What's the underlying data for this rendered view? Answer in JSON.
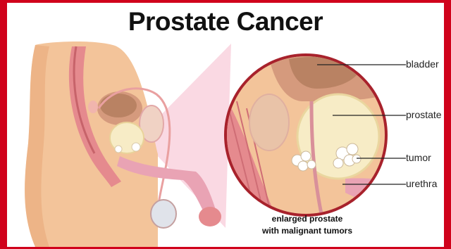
{
  "title": "Prostate Cancer",
  "labels": {
    "bladder": "bladder",
    "prostate": "prostate",
    "tumor": "tumor",
    "urethra": "urethra"
  },
  "caption": {
    "line1": "enlarged prostate",
    "line2": "with malignant tumors"
  },
  "colors": {
    "frame": "#d0021b",
    "skin": "#f3c49a",
    "skin_shadow": "#e7a879",
    "muscle": "#e58a8e",
    "prostate": "#f7ecc6",
    "bladder": "#b98263",
    "zoom_cone": "#f7c6d4"
  }
}
